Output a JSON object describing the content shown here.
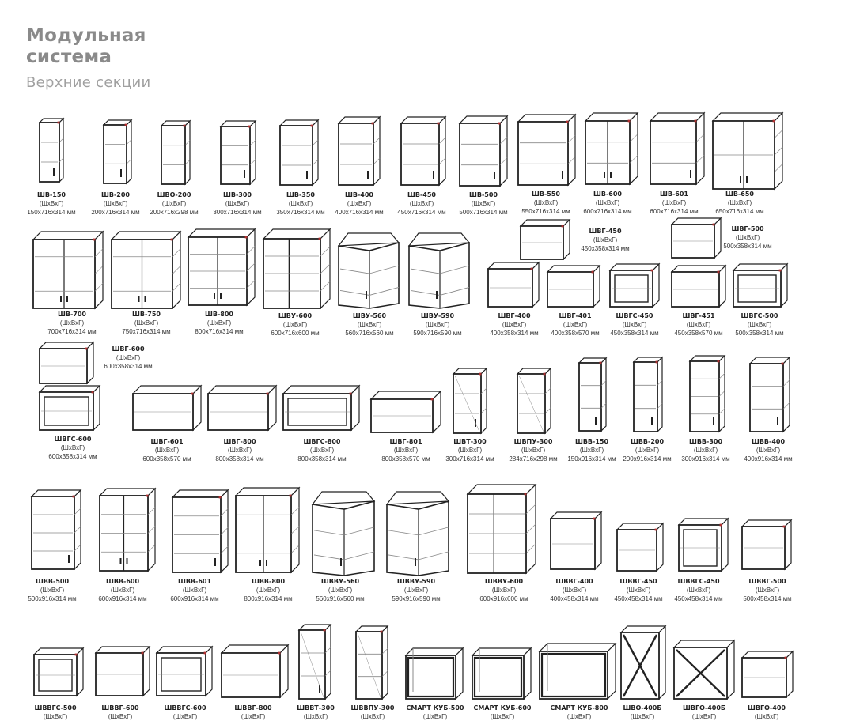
{
  "header": {
    "title": "Модульная\nсистема",
    "subtitle": "Верхние секции"
  },
  "unit_label": "(ШхВхГ)",
  "colors": {
    "title": "#8a8a8a",
    "subtitle": "#a0a0a0",
    "cabinet_frame": "#222222",
    "shelf": "#888888",
    "hinge": "#b03030"
  },
  "modules": [
    {
      "code": "ШВ-150",
      "dims": "150х716х314 мм",
      "icon": "narrow-cabinet-icon"
    },
    {
      "code": "ШВ-200",
      "dims": "200х716х314 мм",
      "icon": "narrow-cabinet-icon"
    },
    {
      "code": "ШВО-200",
      "dims": "200х716х298 мм",
      "icon": "open-cabinet-icon"
    },
    {
      "code": "ШВ-300",
      "dims": "300х716х314 мм",
      "icon": "cabinet-icon"
    },
    {
      "code": "ШВ-350",
      "dims": "350х716х314 мм",
      "icon": "cabinet-icon"
    },
    {
      "code": "ШВ-400",
      "dims": "400х716х314 мм",
      "icon": "cabinet-icon"
    },
    {
      "code": "ШВ-450",
      "dims": "450х716х314 мм",
      "icon": "cabinet-icon"
    },
    {
      "code": "ШВ-500",
      "dims": "500х716х314 мм",
      "icon": "cabinet-icon"
    },
    {
      "code": "ШВ-550",
      "dims": "550х716х314 мм",
      "icon": "cabinet-icon"
    },
    {
      "code": "ШВ-600",
      "dims": "600х716х314 мм",
      "icon": "double-door-cabinet-icon"
    },
    {
      "code": "ШВ-601",
      "dims": "600х716х314 мм",
      "icon": "cabinet-icon"
    },
    {
      "code": "ШВ-650",
      "dims": "650х716х314 мм",
      "icon": "double-door-cabinet-icon"
    },
    {
      "code": "ШВ-700",
      "dims": "700х716х314 мм",
      "icon": "double-door-cabinet-icon"
    },
    {
      "code": "ШВ-750",
      "dims": "750х716х314 мм",
      "icon": "double-door-cabinet-icon"
    },
    {
      "code": "ШВ-800",
      "dims": "800х716х314 мм",
      "icon": "double-door-cabinet-icon"
    },
    {
      "code": "ШВУ-600",
      "dims": "600х716х600 мм",
      "icon": "corner-cabinet-icon"
    },
    {
      "code": "ШВУ-560",
      "dims": "560х716х560 мм",
      "icon": "angled-corner-cabinet-icon"
    },
    {
      "code": "ШВУ-590",
      "dims": "590х716х590 мм",
      "icon": "angled-corner-cabinet-icon"
    },
    {
      "code": "ШВГ-450",
      "dims": "450х358х314 мм",
      "icon": "horizontal-cabinet-icon"
    },
    {
      "code": "ШВГ-500",
      "dims": "500х358х314 мм",
      "icon": "horizontal-cabinet-icon"
    },
    {
      "code": "ШВГ-400",
      "dims": "400х358х314 мм",
      "icon": "horizontal-cabinet-icon"
    },
    {
      "code": "ШВГ-401",
      "dims": "400х358х570 мм",
      "icon": "horizontal-cabinet-icon"
    },
    {
      "code": "ШВГС-450",
      "dims": "450х358х314 мм",
      "icon": "glass-horizontal-cabinet-icon"
    },
    {
      "code": "ШВГ-451",
      "dims": "450х358х570 мм",
      "icon": "horizontal-cabinet-icon"
    },
    {
      "code": "ШВГС-500",
      "dims": "500х358х314 мм",
      "icon": "glass-horizontal-cabinet-icon"
    },
    {
      "code": "ШВГ-600",
      "dims": "600х358х314 мм",
      "icon": "horizontal-cabinet-icon"
    },
    {
      "code": "ШВГС-600",
      "dims": "600х358х314 мм",
      "icon": "glass-horizontal-cabinet-icon"
    },
    {
      "code": "ШВГ-601",
      "dims": "600х358х570 мм",
      "icon": "horizontal-cabinet-icon"
    },
    {
      "code": "ШВГ-800",
      "dims": "800х358х314 мм",
      "icon": "horizontal-cabinet-icon"
    },
    {
      "code": "ШВГС-800",
      "dims": "800х358х314 мм",
      "icon": "glass-horizontal-cabinet-icon"
    },
    {
      "code": "ШВГ-801",
      "dims": "800х358х570 мм",
      "icon": "horizontal-cabinet-icon"
    },
    {
      "code": "ШВТ-300",
      "dims": "300х716х314 мм",
      "icon": "end-cabinet-icon"
    },
    {
      "code": "ШВПУ-300",
      "dims": "284х716х298 мм",
      "icon": "open-end-shelf-icon"
    },
    {
      "code": "ШВВ-150",
      "dims": "150х916х314 мм",
      "icon": "tall-narrow-cabinet-icon"
    },
    {
      "code": "ШВВ-200",
      "dims": "200х916х314 мм",
      "icon": "tall-narrow-cabinet-icon"
    },
    {
      "code": "ШВВ-300",
      "dims": "300х916х314 мм",
      "icon": "tall-cabinet-icon"
    },
    {
      "code": "ШВВ-400",
      "dims": "400х916х314 мм",
      "icon": "tall-cabinet-icon"
    },
    {
      "code": "ШВВ-500",
      "dims": "500х916х314 мм",
      "icon": "tall-cabinet-icon"
    },
    {
      "code": "ШВВ-600",
      "dims": "600х916х314 мм",
      "icon": "tall-double-door-cabinet-icon"
    },
    {
      "code": "ШВВ-601",
      "dims": "600х916х314 мм",
      "icon": "tall-cabinet-icon"
    },
    {
      "code": "ШВВ-800",
      "dims": "800х916х314 мм",
      "icon": "tall-double-door-cabinet-icon"
    },
    {
      "code": "ШВВУ-560",
      "dims": "560х916х560 мм",
      "icon": "tall-angled-corner-cabinet-icon"
    },
    {
      "code": "ШВВУ-590",
      "dims": "590х916х590 мм",
      "icon": "tall-angled-corner-cabinet-icon"
    },
    {
      "code": "ШВВУ-600",
      "dims": "600х916х600 мм",
      "icon": "tall-corner-cabinet-icon"
    },
    {
      "code": "ШВВГ-400",
      "dims": "400х458х314 мм",
      "icon": "horizontal-cabinet-icon"
    },
    {
      "code": "ШВВГ-450",
      "dims": "450х458х314 мм",
      "icon": "horizontal-cabinet-icon"
    },
    {
      "code": "ШВВГС-450",
      "dims": "450х458х314 мм",
      "icon": "glass-horizontal-cabinet-icon"
    },
    {
      "code": "ШВВГ-500",
      "dims": "500х458х314 мм",
      "icon": "horizontal-cabinet-icon"
    },
    {
      "code": "ШВВГС-500",
      "dims": "",
      "icon": "glass-horizontal-cabinet-icon"
    },
    {
      "code": "ШВВГ-600",
      "dims": "",
      "icon": "horizontal-cabinet-icon"
    },
    {
      "code": "ШВВГС-600",
      "dims": "",
      "icon": "glass-horizontal-cabinet-icon"
    },
    {
      "code": "ШВВГ-800",
      "dims": "",
      "icon": "horizontal-cabinet-icon"
    },
    {
      "code": "ШВВТ-300",
      "dims": "",
      "icon": "end-cabinet-icon"
    },
    {
      "code": "ШВВПУ-300",
      "dims": "",
      "icon": "open-end-shelf-icon"
    },
    {
      "code": "СМАРТ КУБ-500",
      "dims": "",
      "icon": "open-frame-cube-icon"
    },
    {
      "code": "СМАРТ КУБ-600",
      "dims": "",
      "icon": "open-frame-cube-icon"
    },
    {
      "code": "СМАРТ КУБ-800",
      "dims": "",
      "icon": "open-frame-cube-icon"
    },
    {
      "code": "ШВО-400Б",
      "dims": "",
      "icon": "bottle-rack-icon"
    },
    {
      "code": "ШВГО-400Б",
      "dims": "",
      "icon": "bottle-rack-icon"
    },
    {
      "code": "ШВГО-400",
      "dims": "",
      "icon": "open-horizontal-cabinet-icon"
    }
  ]
}
